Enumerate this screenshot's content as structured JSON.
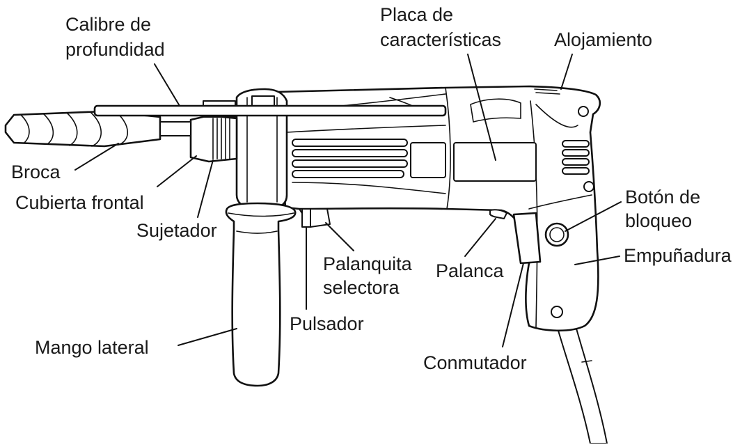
{
  "labels": {
    "calibre": [
      "Calibre de",
      "profundidad"
    ],
    "placa": [
      "Placa de",
      "características"
    ],
    "alojamiento": "Alojamiento",
    "broca": "Broca",
    "cubierta": "Cubierta frontal",
    "sujetador": "Sujetador",
    "boton": [
      "Botón de",
      "bloqueo"
    ],
    "empunadura": "Empuñadura",
    "palanquita": [
      "Palanquita",
      "selectora"
    ],
    "palanca": "Palanca",
    "pulsador": "Pulsador",
    "mango": "Mango lateral",
    "conmutador": "Conmutador"
  }
}
